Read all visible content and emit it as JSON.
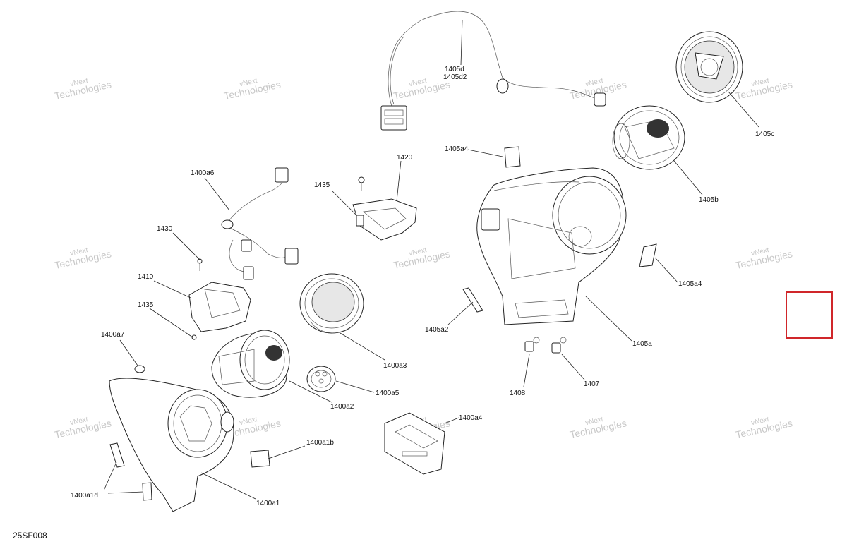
{
  "diagram": {
    "code": "25SF008",
    "watermark": {
      "line1": "vNext",
      "line2": "Technologies"
    },
    "callouts": [
      "1405d",
      "1405d2",
      "1405c",
      "1405b",
      "1405a4",
      "1420",
      "1435",
      "1400a6",
      "1430",
      "1410",
      "1435",
      "1400a7",
      "1400a3",
      "1400a5",
      "1400a2",
      "1405a2",
      "1405a",
      "1405a4",
      "1408",
      "1407",
      "1400a4",
      "1400a1b",
      "1400a1d",
      "1400a1"
    ]
  },
  "selection": {
    "color": "#d0262a"
  }
}
